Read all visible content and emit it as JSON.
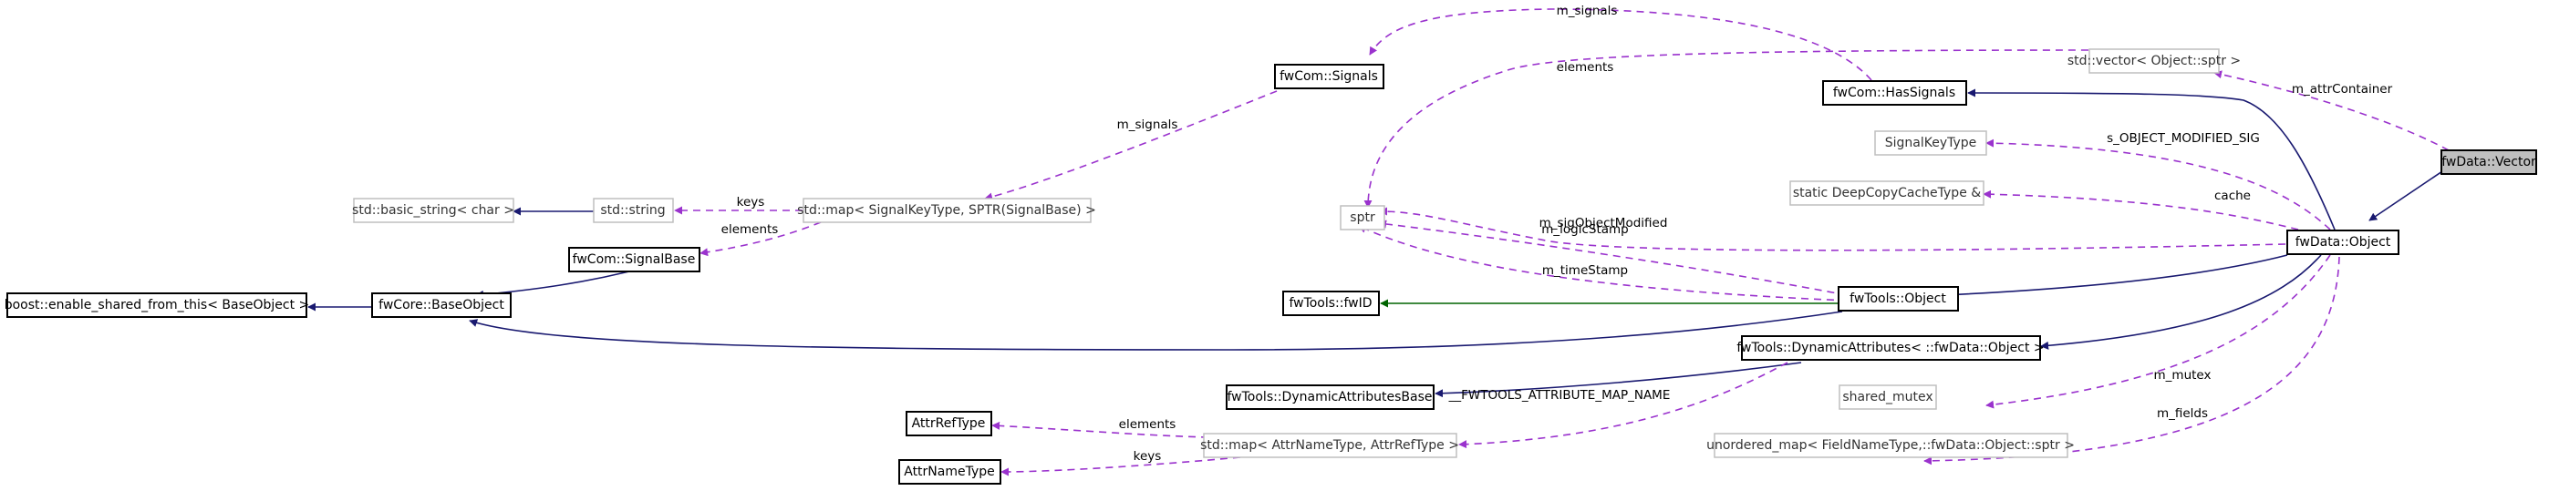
{
  "colors": {
    "inheritance": "#191970",
    "usage": "#9a32cd",
    "template": "#006400",
    "current_fill": "#bfbfbf",
    "external_border": "#bfbfbf"
  },
  "nodes": {
    "fwdata_vector": "fwData::Vector",
    "std_vector": "std::vector< Object::sptr >",
    "fwcom_hassignals": "fwCom::HasSignals",
    "fwcom_signals": "fwCom::Signals",
    "signalkeytype": "SignalKeyType",
    "static_deepcopy": "static DeepCopyCacheType &",
    "fwdata_object": "fwData::Object",
    "sptr": "sptr",
    "std_basic_string": "std::basic_string< char >",
    "std_string": "std::string",
    "std_map_signal": "std::map< SignalKeyType, SPTR(SignalBase) >",
    "fwcom_signalbase": "fwCom::SignalBase",
    "boost_enable_shared": "boost::enable_shared_from_this< BaseObject >",
    "fwcore_baseobject": "fwCore::BaseObject",
    "fwtools_fwid": "fwTools::fwID",
    "fwtools_object": "fwTools::Object",
    "fwtools_dynattrs": "fwTools::DynamicAttributes< ::fwData::Object >",
    "fwtools_dynattrs_base": "fwTools::DynamicAttributesBase",
    "shared_mutex": "shared_mutex",
    "attrreftype": "AttrRefType",
    "std_map_attr": "std::map< AttrNameType, AttrRefType >",
    "attrnametype": "AttrNameType",
    "unordered_map": "unordered_map< FieldNameType,::fwData::Object::sptr >"
  },
  "edge_labels": {
    "m_signals_top": "m_signals",
    "elements_top": "elements",
    "m_attrContainer": "m_attrContainer",
    "s_object_modified_sig": "s_OBJECT_MODIFIED_SIG",
    "m_signals_mid": "m_signals",
    "keys_string": "keys",
    "cache": "cache",
    "m_sigObjectModified": "m_sigObjectModified",
    "elements_signalbase": "elements",
    "m_logicStamp": "m_logicStamp",
    "m_timeStamp": "m_timeStamp",
    "m_mutex": "m_mutex",
    "fwtools_attribute_map_name": "__FWTOOLS_ATTRIBUTE_MAP_NAME",
    "elements_attr": "elements",
    "m_fields": "m_fields",
    "keys_attr": "keys"
  }
}
